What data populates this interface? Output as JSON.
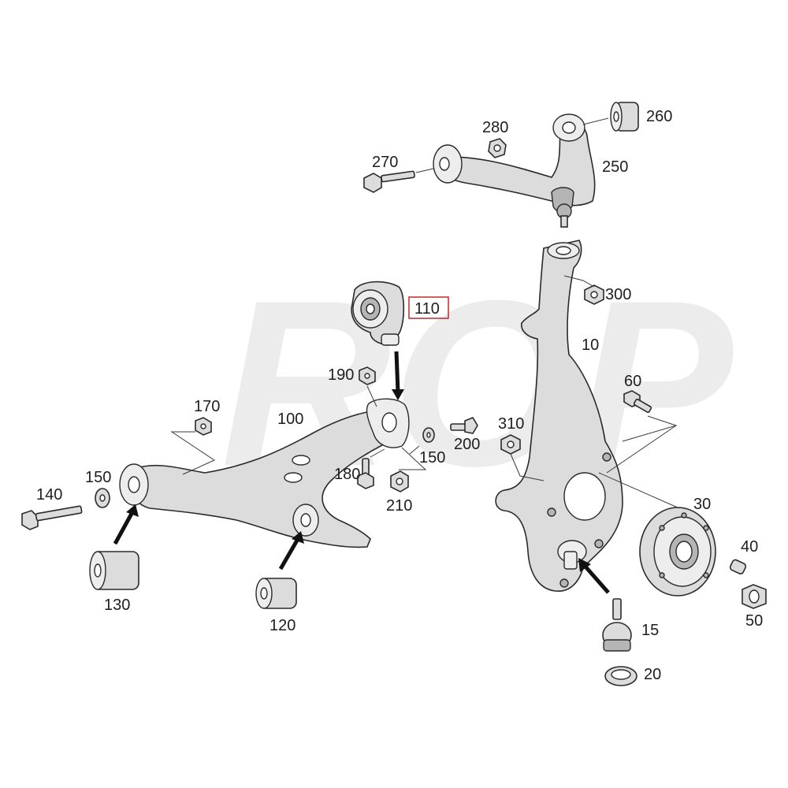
{
  "watermark": {
    "text": "ROP",
    "color": "#ececec"
  },
  "highlight": {
    "label": "110",
    "border_color": "#c0282d"
  },
  "callouts": [
    {
      "id": "10",
      "text": "10"
    },
    {
      "id": "15",
      "text": "15"
    },
    {
      "id": "20",
      "text": "20"
    },
    {
      "id": "30",
      "text": "30"
    },
    {
      "id": "40",
      "text": "40"
    },
    {
      "id": "50",
      "text": "50"
    },
    {
      "id": "60",
      "text": "60"
    },
    {
      "id": "100",
      "text": "100"
    },
    {
      "id": "110",
      "text": "110"
    },
    {
      "id": "120",
      "text": "120"
    },
    {
      "id": "130",
      "text": "130"
    },
    {
      "id": "140",
      "text": "140"
    },
    {
      "id": "150a",
      "text": "150"
    },
    {
      "id": "150b",
      "text": "150"
    },
    {
      "id": "170",
      "text": "170"
    },
    {
      "id": "180",
      "text": "180"
    },
    {
      "id": "190",
      "text": "190"
    },
    {
      "id": "200",
      "text": "200"
    },
    {
      "id": "210",
      "text": "210"
    },
    {
      "id": "250",
      "text": "250"
    },
    {
      "id": "260",
      "text": "260"
    },
    {
      "id": "270",
      "text": "270"
    },
    {
      "id": "280",
      "text": "280"
    },
    {
      "id": "300",
      "text": "300"
    },
    {
      "id": "310",
      "text": "310"
    }
  ]
}
